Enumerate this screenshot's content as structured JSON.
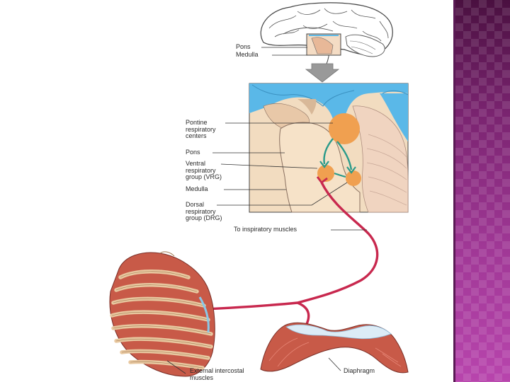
{
  "labels": {
    "pons_top": "Pons",
    "medulla_top": "Medulla",
    "pontine": "Pontine\nrespiratory\ncenters",
    "pons": "Pons",
    "vrg": "Ventral\nrespiratory\ngroup (VRG)",
    "medulla": "Medulla",
    "drg": "Dorsal\nrespiratory\ngroup (DRG)",
    "to_inspiratory": "To inspiratory muscles",
    "external_intercostal": "External intercostal\nmuscles",
    "diaphragm": "Diaphragm"
  },
  "colors": {
    "nerve": "#c8284e",
    "center_orange": "#f0a050",
    "ventricle_blue": "#5ab8e8",
    "tissue_beige": "#f2dcc0",
    "muscle_red": "#c85a48",
    "rib_tan": "#e8c8a0",
    "teal_arrow": "#2a9a8a",
    "panel_purple": "#8a2a7e"
  }
}
